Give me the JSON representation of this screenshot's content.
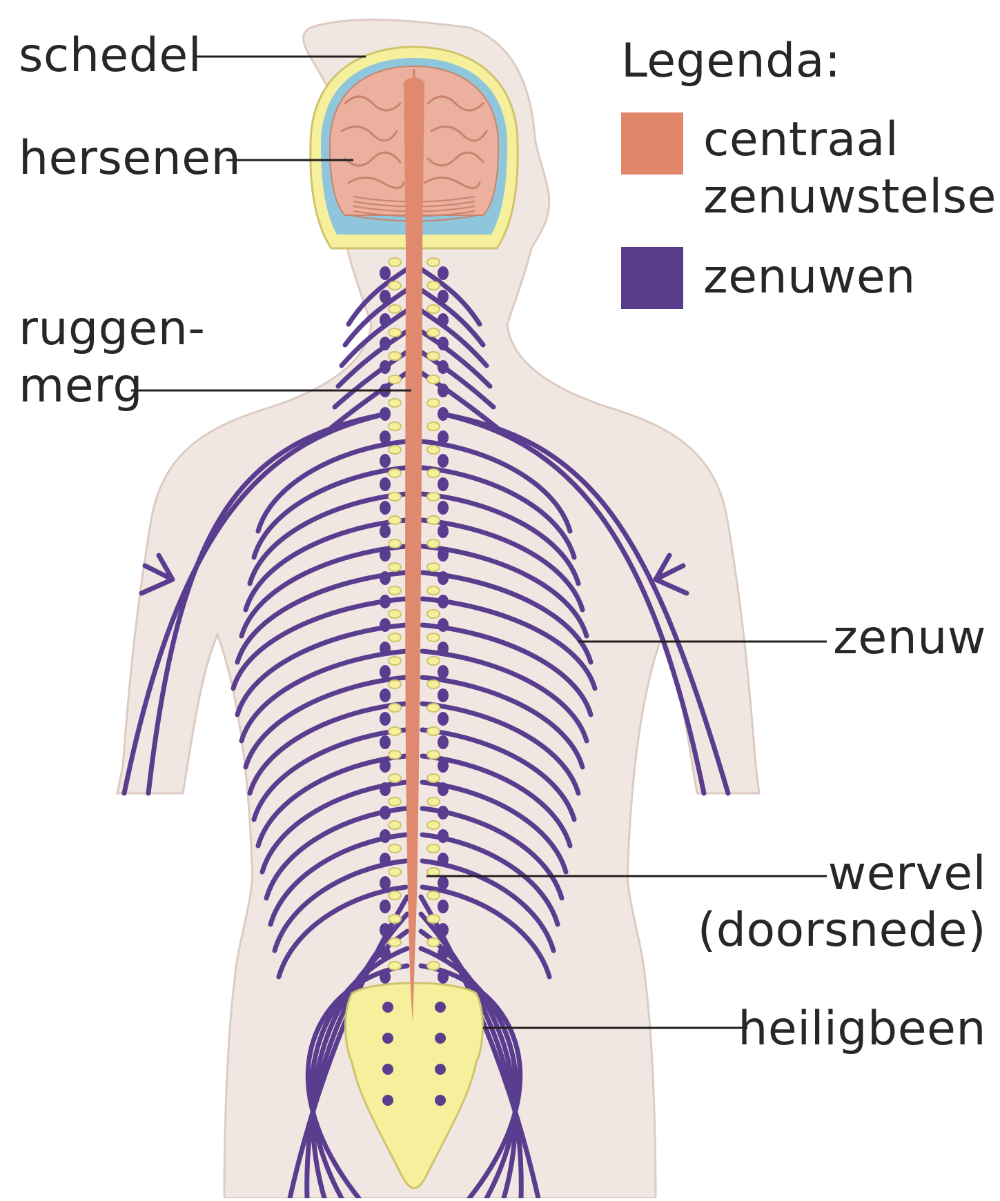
{
  "labels": {
    "skull": "schedel",
    "brain": "hersenen",
    "spinal_cord_line1": "ruggen-",
    "spinal_cord_line2": "merg",
    "nerve": "zenuw",
    "vertebra_line1": "wervel",
    "vertebra_line2": "(doorsnede)",
    "sacrum": "heiligbeen"
  },
  "legend": {
    "title": "Legenda:",
    "items": [
      {
        "line1": "centraal",
        "line2": "zenuwstelsel",
        "color": "#e2876a"
      },
      {
        "line1": "zenuwen",
        "line2": "",
        "color": "#5b3c8c"
      }
    ]
  },
  "colors": {
    "body": "#f1e7e2",
    "body_outline": "#ddcbc2",
    "nerve": "#5a3d8e",
    "cns": "#df8a6e",
    "brain": "#ebb09e",
    "brain_folds": "#c9836f",
    "bone": "#f6ef9c",
    "bone_outline": "#cfc36c",
    "csf": "#8fc6dc",
    "leader": "#231f20"
  }
}
